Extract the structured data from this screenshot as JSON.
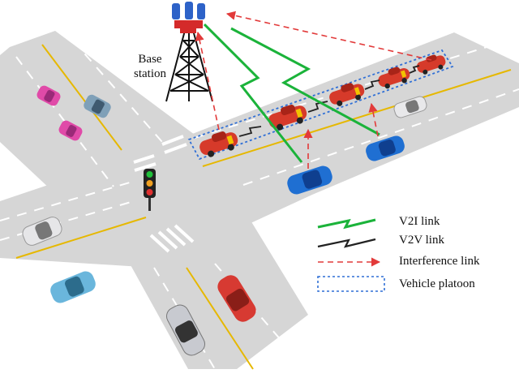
{
  "base_station": {
    "label_line1": "Base",
    "label_line2": "station"
  },
  "legend": {
    "items": [
      {
        "label": "V2I link",
        "icon": "v2i-link-icon",
        "color": "#1bb33a"
      },
      {
        "label": "V2V link",
        "icon": "v2v-link-icon",
        "color": "#222222"
      },
      {
        "label": "Interference link",
        "icon": "interference-link-icon",
        "color": "#e23a3a"
      },
      {
        "label": "Vehicle platoon",
        "icon": "platoon-box-icon",
        "color": "#2f6fd6"
      }
    ]
  },
  "colors": {
    "road": "#d6d6d6",
    "lane_yellow": "#e6b800",
    "lane_white": "#ffffff",
    "platoon_car": "#d63a2a",
    "blue_car": "#1f6fd2",
    "v2i": "#1bb33a",
    "interference": "#e23a3a",
    "platoon_border": "#2f6fd6"
  }
}
